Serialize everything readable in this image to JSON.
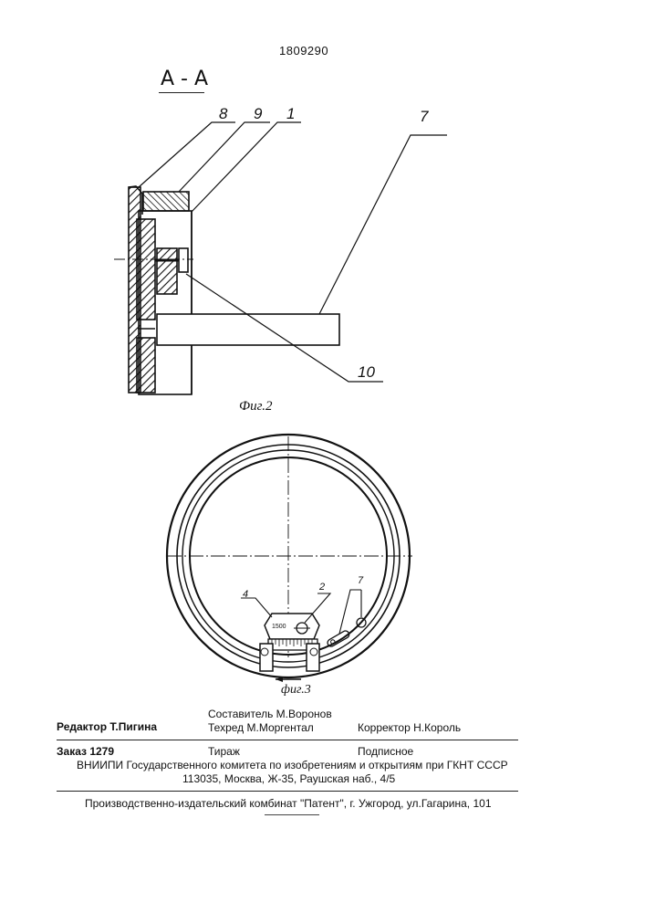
{
  "header": {
    "patent_number": "1809290",
    "section_label": "А - А"
  },
  "figure2": {
    "caption": "Фиг.2",
    "callouts": {
      "c8": "8",
      "c9": "9",
      "c1": "1",
      "c7": "7",
      "c10": "10"
    }
  },
  "figure3": {
    "caption": "фиг.3",
    "callouts": {
      "c4": "4",
      "c2": "2",
      "c7": "7"
    },
    "scale_label": "1500"
  },
  "imprint": {
    "editor": "Редактор  Т.Пигина",
    "compiler": "Составитель   М.Воронов",
    "techred": "Техред М.Моргентал",
    "corrector": "Корректор   Н.Король",
    "order": "Заказ  1279",
    "circulation": "Тираж",
    "subscription": "Подписное",
    "institute": "ВНИИПИ Государственного комитета по изобретениям и открытиям при ГКНТ СССР",
    "address": "113035, Москва, Ж-35, Раушская наб., 4/5",
    "publisher": "Производственно-издательский комбинат \"Патент\", г. Ужгород, ул.Гагарина, 101"
  }
}
